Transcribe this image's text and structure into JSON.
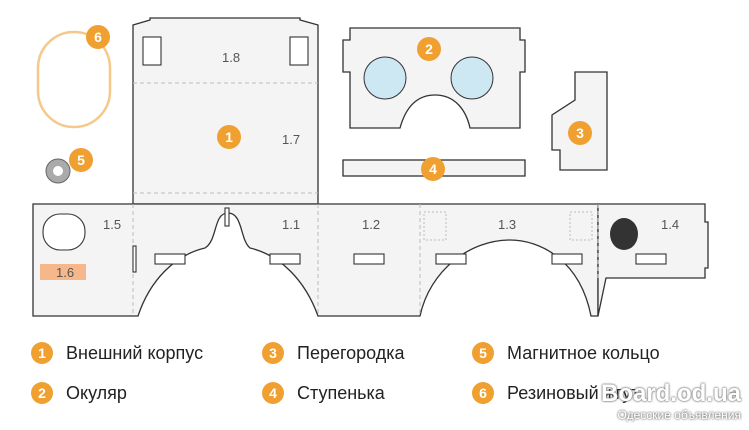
{
  "diagram": {
    "part_labels": {
      "p1_1": "1.1",
      "p1_2": "1.2",
      "p1_3": "1.3",
      "p1_4": "1.4",
      "p1_5": "1.5",
      "p1_6": "1.6",
      "p1_7": "1.7",
      "p1_8": "1.8"
    },
    "badges": [
      "1",
      "2",
      "3",
      "4",
      "5",
      "6"
    ],
    "colors": {
      "accent": "#f0a030",
      "lens": "#cde7f3",
      "strap": "#f5c98a",
      "label_highlight": "#f6b88a"
    }
  },
  "legend": [
    {
      "num": "1",
      "label": "Внешний корпус"
    },
    {
      "num": "2",
      "label": "Окуляр"
    },
    {
      "num": "3",
      "label": "Перегородка"
    },
    {
      "num": "4",
      "label": "Ступенька"
    },
    {
      "num": "5",
      "label": "Магнитное кольцо"
    },
    {
      "num": "6",
      "label": "Резиновый жгут"
    }
  ],
  "watermark": {
    "title": "Board.od.ua",
    "subtitle": "Одесские объявления"
  }
}
